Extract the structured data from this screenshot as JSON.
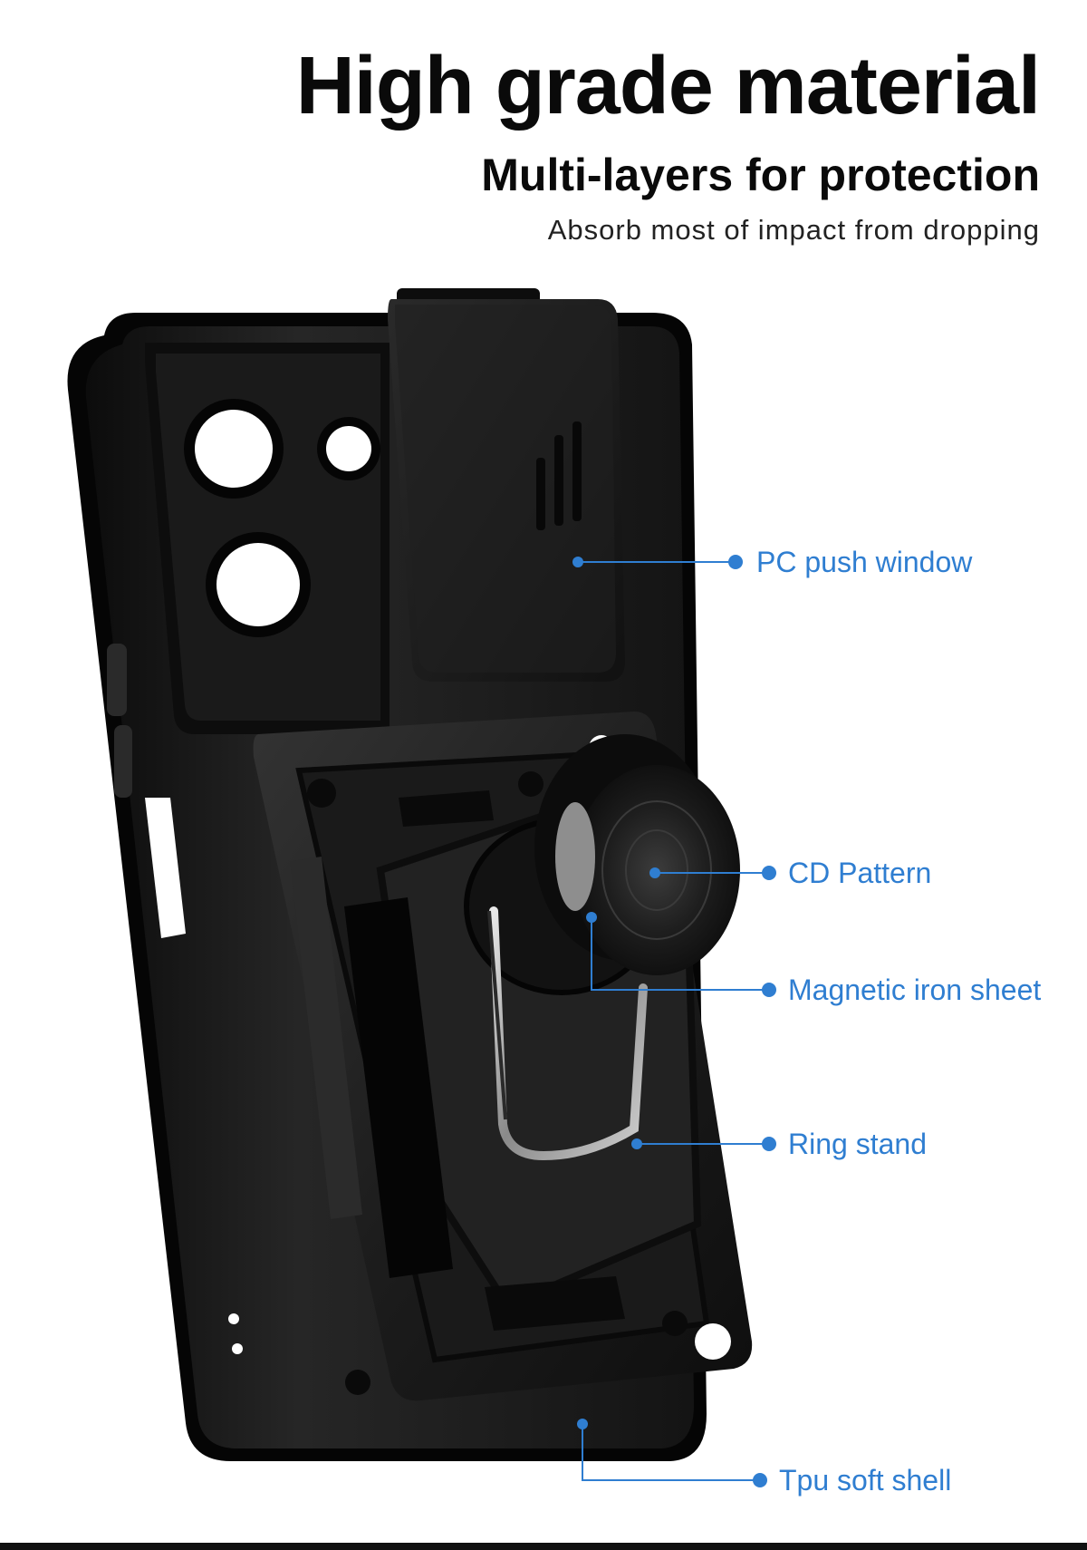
{
  "header": {
    "title": "High grade material",
    "subtitle": "Multi-layers for protection",
    "tagline": "Absorb most of impact from dropping"
  },
  "product": {
    "image_name": "phone-case-image"
  },
  "callouts": [
    {
      "label": "PC push window"
    },
    {
      "label": "CD Pattern"
    },
    {
      "label": "Magnetic iron sheet"
    },
    {
      "label": "Ring stand"
    },
    {
      "label": "Tpu soft shell"
    }
  ],
  "colors": {
    "accent": "#2f7ed1",
    "case": "#1a1a1a",
    "text": "#0a0a0a"
  }
}
